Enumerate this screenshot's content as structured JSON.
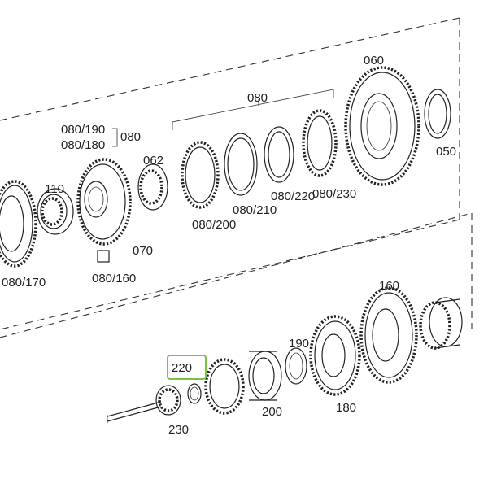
{
  "labels": {
    "p060": "060",
    "p080": "080",
    "p080_190": "080/190",
    "p080_180": "080/180",
    "p080_b": "080",
    "p062": "062",
    "p110": "110",
    "p050": "050",
    "p080_230": "080/230",
    "p080_220": "080/220",
    "p080_210": "080/210",
    "p080_200": "080/200",
    "p070": "070",
    "p080_170": "080/170",
    "p080_160": "080/160",
    "p160": "160",
    "p190": "190",
    "p220": "220",
    "p180": "180",
    "p200": "200",
    "p230": "230"
  },
  "highlight_color": "#7cc242"
}
